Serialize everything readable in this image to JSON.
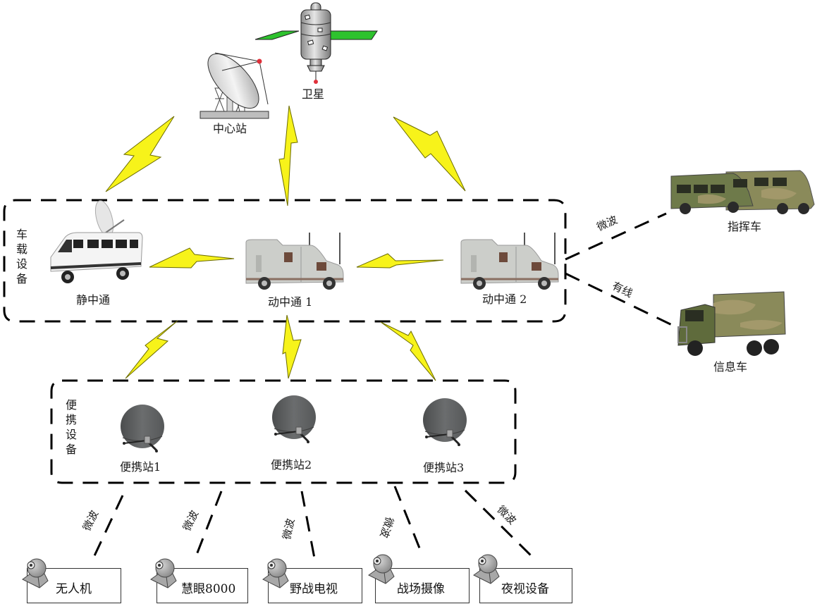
{
  "colors": {
    "bolt_fill": "#f7f31a",
    "bolt_stroke": "#6b6b00",
    "dash": "#000000",
    "satellite_panel": "#2ec22e",
    "van_white": "#f2f2f2",
    "van_grey": "#c9cbc8",
    "camo_a": "#6e7a4a",
    "camo_b": "#a79b6e",
    "dish_dark": "#5b5d5e"
  },
  "top": {
    "satellite": {
      "label": "卫星",
      "icon": "satellite-icon"
    },
    "center_station": {
      "label": "中心站",
      "icon": "ground-dish-icon"
    }
  },
  "vehicle_group": {
    "title": "车载设备",
    "nodes": [
      {
        "label": "静中通",
        "icon": "dish-van-icon"
      },
      {
        "label": "动中通 1",
        "icon": "satcom-van-icon"
      },
      {
        "label": "动中通 2",
        "icon": "satcom-van-icon"
      }
    ]
  },
  "external": {
    "links": [
      {
        "label": "微波",
        "target": "指挥车"
      },
      {
        "label": "有线",
        "target": "信息车"
      }
    ],
    "nodes": [
      {
        "label": "指挥车",
        "icon": "command-vehicle-icon"
      },
      {
        "label": "信息车",
        "icon": "info-truck-icon"
      }
    ]
  },
  "portable_group": {
    "title": "便携设备",
    "nodes": [
      {
        "label": "便携站1",
        "icon": "portable-dish-icon"
      },
      {
        "label": "便携站2",
        "icon": "portable-dish-icon"
      },
      {
        "label": "便携站3",
        "icon": "portable-dish-icon"
      }
    ]
  },
  "devices": {
    "link_label": "微波",
    "items": [
      {
        "label": "无人机",
        "icon": "camera-icon"
      },
      {
        "label": "慧眼8000",
        "icon": "camera-icon"
      },
      {
        "label": "野战电视",
        "icon": "camera-icon"
      },
      {
        "label": "战场摄像",
        "icon": "camera-icon"
      },
      {
        "label": "夜视设备",
        "icon": "camera-icon"
      }
    ]
  }
}
